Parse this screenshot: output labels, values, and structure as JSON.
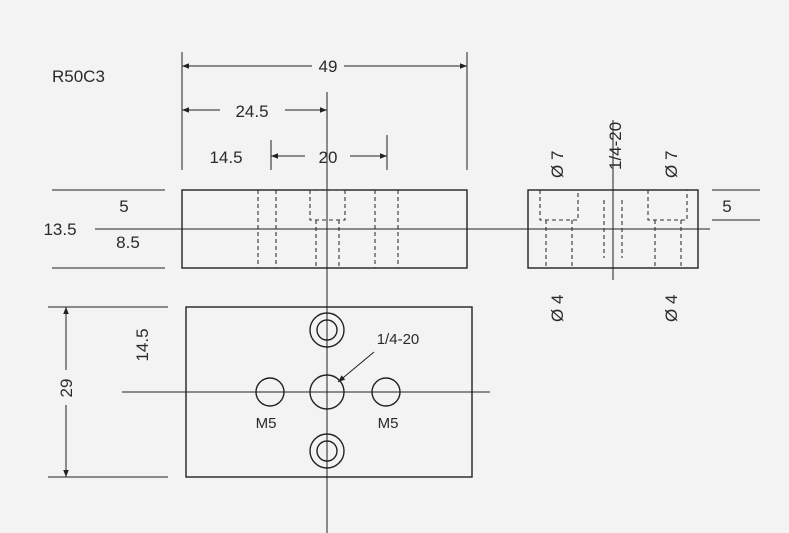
{
  "part_number": "R50C3",
  "front_view": {
    "overall_width": "49",
    "half_width": "24.5",
    "offset": "14.5",
    "slot_width": "20",
    "height_total": "13.5",
    "height_upper": "5",
    "height_lower": "8.5"
  },
  "side_view": {
    "counterbore_left": "Ø 7",
    "counterbore_right": "Ø 7",
    "thread_center": "1/4-20",
    "depth": "5",
    "hole_left": "Ø 4",
    "hole_right": "Ø 4"
  },
  "top_view": {
    "total_height": "29",
    "half_height": "14.5",
    "center_thread": "1/4-20",
    "left_hole": "M5",
    "right_hole": "M5"
  }
}
